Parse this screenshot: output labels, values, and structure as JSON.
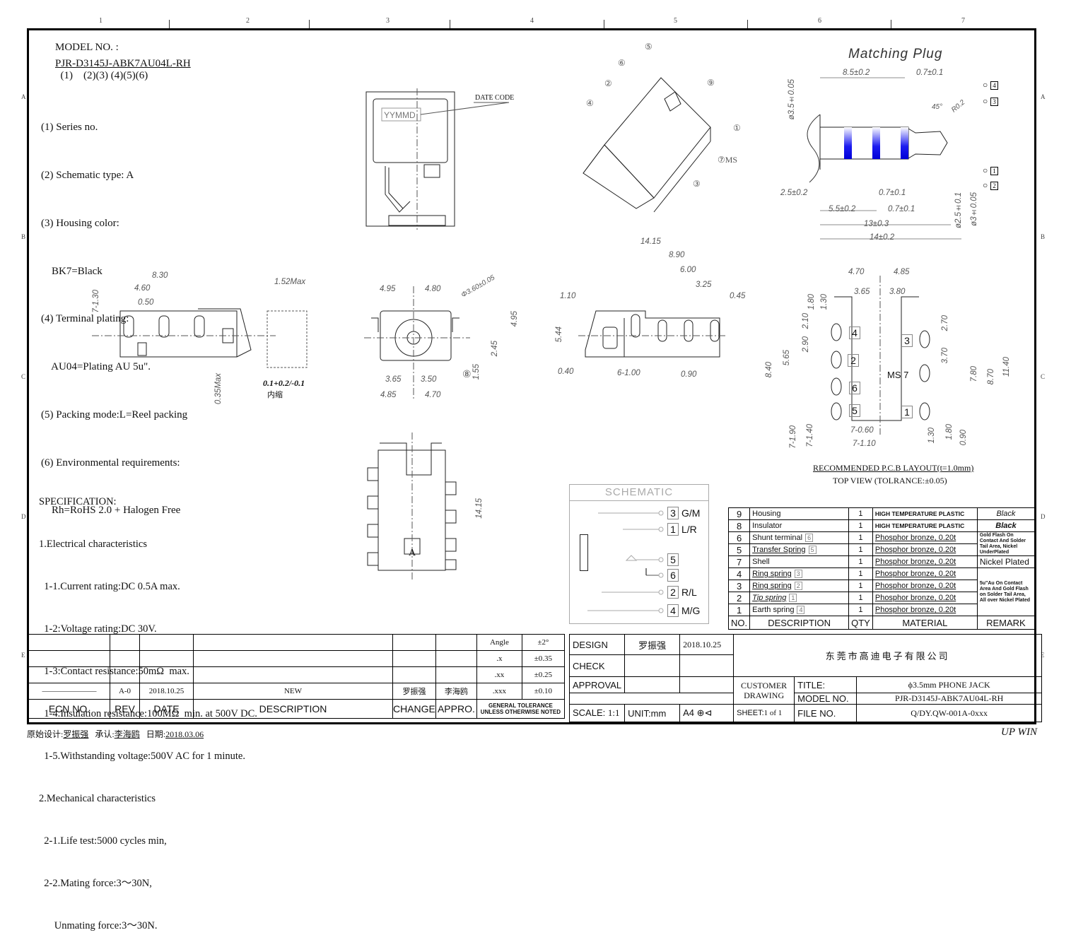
{
  "zones": {
    "columns": [
      "1",
      "2",
      "3",
      "4",
      "5",
      "6",
      "7"
    ],
    "rows": [
      "A",
      "B",
      "C",
      "D",
      "E"
    ]
  },
  "model": {
    "label": "MODEL NO. :",
    "number": "PJR-D3145J-ABK7AU04L-RH",
    "segments": "  (1)    (2)(3) (4)(5)(6)",
    "items": [
      "(1) Series no.",
      "(2) Schematic type: A",
      "(3) Housing color:",
      "    BK7=Black",
      "(4) Terminal plating:",
      "    AU04=Plating AU 5u\".",
      "(5) Packing mode:L=Reel packing",
      "(6) Environmental requirements:",
      "    Rh=RoHS 2.0 + Halogen Free"
    ]
  },
  "specification": {
    "title": "SPECIFICATION:",
    "lines": [
      "1.Electrical characteristics",
      "  1-1.Current rating:DC 0.5A max.",
      "  1-2:Voltage rating:DC 30V.",
      "  1-3:Contact resistance:50mΩ  max.",
      "  1-4.Insulation resistance:100MΩ  min. at 500V DC.",
      "  1-5.Withstanding voltage:500V AC for 1 minute.",
      "2.Mechanical characteristics",
      "  2-1.Life test:5000 cycles min,",
      "  2-2.Mating force:3～30N,",
      "      Unmating force:3～30N."
    ]
  },
  "views": {
    "top_view": {
      "date_code_label": "DATE CODE",
      "date_code": "YYMMD"
    },
    "iso_view": {
      "callouts": [
        "①",
        "②",
        "③",
        "④",
        "⑤",
        "⑥",
        "⑦MS",
        "⑨"
      ]
    },
    "side_view_left": {
      "dims": [
        "8.30",
        "4.60",
        "0.50",
        "7-1.30",
        "1.52Max",
        "0.35Max",
        "0.1+0.2/-0.1",
        "内缩"
      ]
    },
    "front_view": {
      "dims": [
        "4.95",
        "4.80",
        "Φ3.60±0.05",
        "4.95",
        "2.45",
        "1.55",
        "3.65",
        "3.50",
        "4.85",
        "4.70"
      ],
      "callout": "⑧"
    },
    "side_view_right": {
      "dims": [
        "14.15",
        "8.90",
        "6.00",
        "3.25",
        "0.45",
        "1.10",
        "5.44",
        "0.40",
        "6-1.00",
        "0.90"
      ]
    },
    "bottom_view": {
      "dims": [
        "14.15"
      ],
      "mark": "A"
    }
  },
  "matching_plug": {
    "title": "Matching Plug",
    "dims": [
      "8.5±0.2",
      "0.7±0.1",
      "ø3.5±0.05",
      "45°",
      "R0.2",
      "2.5±0.2",
      "0.7±0.1",
      "5.5±0.2",
      "0.7±0.1",
      "13±0.3",
      "14±0.2",
      "ø2.5±0.1",
      "ø3±0.05"
    ],
    "pins": [
      "4",
      "3",
      "1",
      "2"
    ]
  },
  "pcb_layout": {
    "title": "RECOMMENDED P.C.B LAYOUT(t=1.0mm)",
    "subtitle": "TOP VIEW (TOLRANCE:±0.05)",
    "dims_top": [
      "4.70",
      "4.85",
      "3.65",
      "3.80"
    ],
    "dims_left": [
      "1.80",
      "1.30",
      "2.10",
      "2.90",
      "5.65",
      "8.40",
      "7-1.90",
      "7-1.40"
    ],
    "dims_bottom": [
      "7-0.60",
      "7-1.10",
      "1.30",
      "1.80",
      "0.90"
    ],
    "dims_right": [
      "2.70",
      "3.70",
      "7.80",
      "8.70",
      "11.40"
    ],
    "pins_left": [
      "4",
      "2",
      "6",
      "5"
    ],
    "pins_right": [
      "3",
      "MS 7",
      "1"
    ]
  },
  "schematic": {
    "title": "SCHEMATIC",
    "pins": [
      {
        "num": "3",
        "label": "G/M"
      },
      {
        "num": "1",
        "label": "L/R"
      },
      {
        "num": "5",
        "label": ""
      },
      {
        "num": "6",
        "label": ""
      },
      {
        "num": "2",
        "label": "R/L"
      },
      {
        "num": "4",
        "label": "M/G"
      }
    ]
  },
  "bom": {
    "headers": [
      "NO.",
      "DESCRIPTION",
      "QTY",
      "MATERIAL",
      "REMARK"
    ],
    "rows": [
      {
        "no": "9",
        "desc": "Housing",
        "box": "",
        "qty": "1",
        "mat": "HIGH TEMPERATURE PLASTIC",
        "rem": "Black"
      },
      {
        "no": "8",
        "desc": "Insulator",
        "box": "",
        "qty": "1",
        "mat": "HIGH TEMPERATURE PLASTIC",
        "rem": "Black"
      },
      {
        "no": "6",
        "desc": "Shunt terminal",
        "box": "6",
        "qty": "1",
        "mat": "Phosphor bronze, 0.20t",
        "rem": "Gold Flash On Contact And Solder Tail Area, Nickel UnderPlated"
      },
      {
        "no": "5",
        "desc": "Transfer Spring",
        "box": "5",
        "qty": "1",
        "mat": "Phosphor bronze, 0.20t",
        "rem": ""
      },
      {
        "no": "7",
        "desc": "Shell",
        "box": "",
        "qty": "1",
        "mat": "Phosphor bronze, 0.20t",
        "rem": "Nickel Plated"
      },
      {
        "no": "4",
        "desc": "Ring spring",
        "box": "3",
        "qty": "1",
        "mat": "Phosphor bronze, 0.20t",
        "rem": "5u\"Au On Contact Area And Gold Flash on Solder Tail Area, All over Nickel Plated"
      },
      {
        "no": "3",
        "desc": "Ring spring",
        "box": "2",
        "qty": "1",
        "mat": "Phosphor bronze, 0.20t",
        "rem": ""
      },
      {
        "no": "2",
        "desc": "Tip spring",
        "box": "1",
        "qty": "1",
        "mat": "Phosphor bronze, 0.20t",
        "rem": ""
      },
      {
        "no": "1",
        "desc": "Earth spring",
        "box": "4",
        "qty": "1",
        "mat": "Phosphor bronze, 0.20t",
        "rem": ""
      }
    ]
  },
  "revision": {
    "headers": [
      "ECN NO.",
      "REV",
      "DATE",
      "DESCRIPTION",
      "CHANGE",
      "APPRO."
    ],
    "row": {
      "ecn": "———————",
      "rev": "A-0",
      "date": "2018.10.25",
      "desc": "NEW",
      "change": "罗振强",
      "appro": "李海鸥"
    },
    "tolerance": [
      {
        "k": "Angle",
        "v": "±2°"
      },
      {
        "k": ".x",
        "v": "±0.35"
      },
      {
        "k": ".xx",
        "v": "±0.25"
      },
      {
        "k": ".xxx",
        "v": "±0.10"
      }
    ],
    "tolerance_note": "GENERAL TOLERANCE UNLESS OTHERWISE NOTED"
  },
  "title_block": {
    "design_label": "DESIGN",
    "design_name": "罗振强",
    "design_date": "2018.10.25",
    "check_label": "CHECK",
    "approval_label": "APPROVAL",
    "scale_label": "SCALE:",
    "scale": "1:1",
    "unit": "UNIT:mm",
    "sheet_size": "A4",
    "company": "东莞市高迪电子有限公司",
    "customer_drawing": "CUSTOMER DRAWING",
    "title_label": "TITLE:",
    "title": "ϕ3.5mm PHONE JACK",
    "model_label": "MODEL NO.",
    "model": "PJR-D3145J-ABK7AU04L-RH",
    "sheet_label": "SHEET:",
    "sheet": "1 of 1",
    "file_label": "FILE NO.",
    "file": "Q/DY.QW-001A-0xxx"
  },
  "footer": {
    "designer_label": "原始设计:",
    "designer": "罗振强",
    "approver_label": "承认:",
    "approver": "李海鸥",
    "date_label": "日期:",
    "date": "2018.03.06",
    "brand": "UP WIN"
  }
}
